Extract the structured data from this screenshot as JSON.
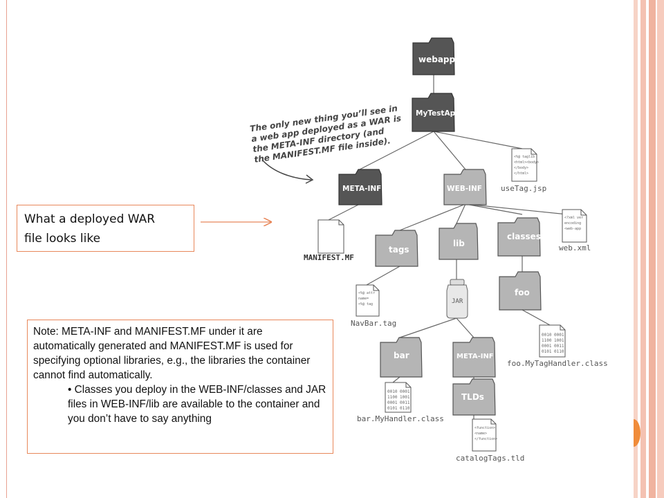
{
  "callout": {
    "line1": "What a deployed WAR",
    "line2": "file looks like"
  },
  "note": {
    "paragraph": "Note: META-INF and MANIFEST.MF under it are automatically generated and MANIFEST.MF is used for specifying optional libraries, e.g., the libraries the container cannot find automatically.",
    "bullet": "• Classes you deploy in the WEB-INF/classes and JAR files in WEB-INF/lib are available to the container and you don’t have to say anything"
  },
  "handnote": {
    "lines": [
      "The only new thing you’ll see in",
      "a web app deployed as a WAR is",
      "the META-INF directory (and",
      "the MANIFEST.MF file inside)."
    ]
  },
  "folders": {
    "webapps": "webapps",
    "mytestapp": "MyTestApp",
    "metainf": "META-INF",
    "webinf": "WEB-INF",
    "tags": "tags",
    "lib": "lib",
    "classes": "classes",
    "foo": "foo",
    "bar": "bar",
    "metainf2": "META-INF",
    "tlds": "TLDs"
  },
  "files": {
    "usetag": "useTag.jsp",
    "webxml": "web.xml",
    "manifest": "MANIFEST.MF",
    "navbar": "NavBar.tag",
    "jar": "JAR",
    "foohandler": "foo.MyTagHandler.class",
    "barhandler": "bar.MyHandler.class",
    "catalog": "catalogTags.tld"
  },
  "colors": {
    "accent": "#e8875a",
    "frame": "#f4c2b2",
    "folder_dark": "#555555",
    "folder_light": "#b5b5b5"
  }
}
